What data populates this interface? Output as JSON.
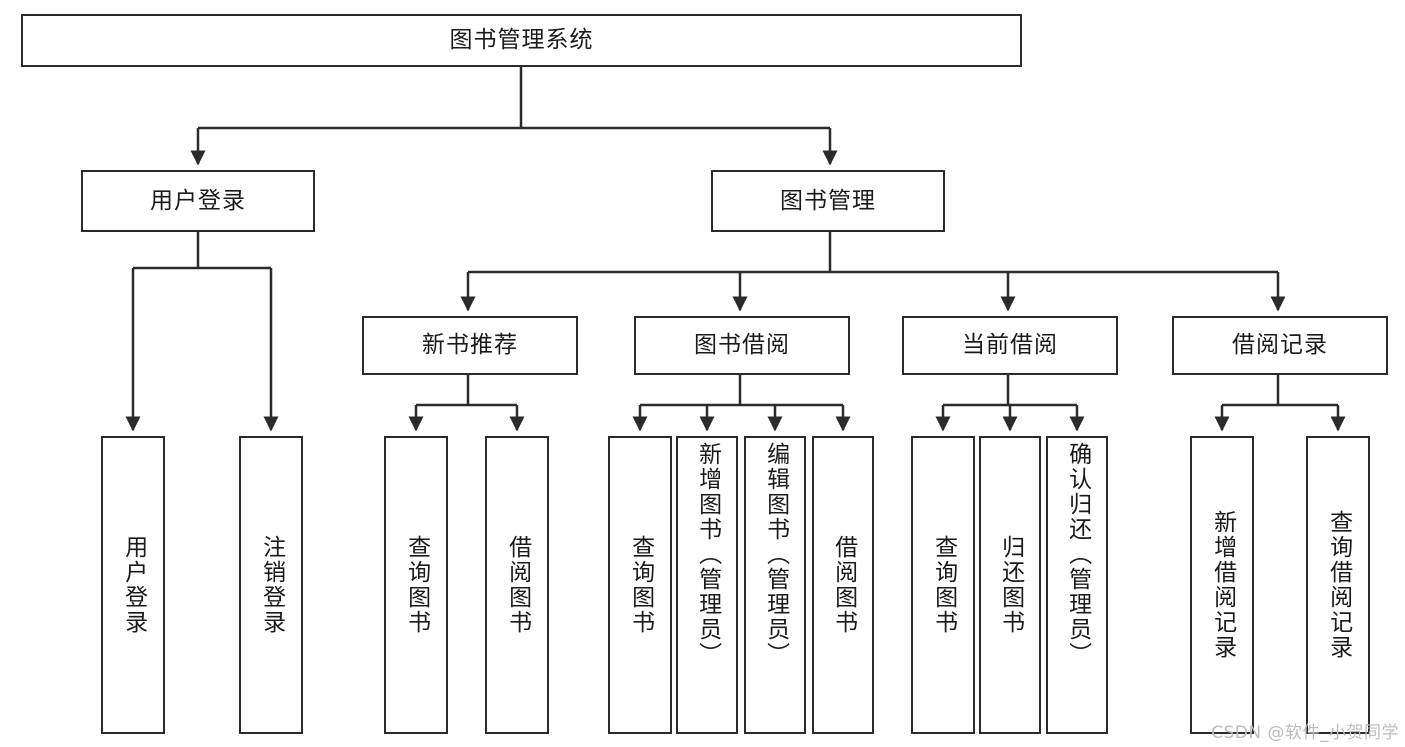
{
  "diagram": {
    "title": "图书管理系统",
    "type": "tree-hierarchy",
    "watermark": "CSDN @软件_小贺同学",
    "colors": {
      "node_border": "#2b2b2b",
      "node_fill": "#ffffff",
      "link": "#2b2b2b",
      "text": "#1b1b1b",
      "watermark": "#bdbdbd"
    }
  },
  "nodes": {
    "root": {
      "label": "图书管理系统"
    },
    "level1": [
      {
        "label": "用户登录"
      },
      {
        "label": "图书管理"
      }
    ],
    "level2": [
      {
        "label": "新书推荐"
      },
      {
        "label": "图书借阅"
      },
      {
        "label": "当前借阅"
      },
      {
        "label": "借阅记录"
      }
    ],
    "leaves": {
      "user_login": [
        {
          "label": "用户登录"
        },
        {
          "label": "注销登录"
        }
      ],
      "new_book_recommend": [
        {
          "label": "查询图书"
        },
        {
          "label": "借阅图书"
        }
      ],
      "book_borrow": [
        {
          "label": "查询图书"
        },
        {
          "label": "新增图书（管理员）"
        },
        {
          "label": "编辑图书（管理员）"
        },
        {
          "label": "借阅图书"
        }
      ],
      "current_borrow": [
        {
          "label": "查询图书"
        },
        {
          "label": "归还图书"
        },
        {
          "label": "确认归还（管理员）"
        }
      ],
      "borrow_record": [
        {
          "label": "新增借阅记录"
        },
        {
          "label": "查询借阅记录"
        }
      ]
    }
  }
}
